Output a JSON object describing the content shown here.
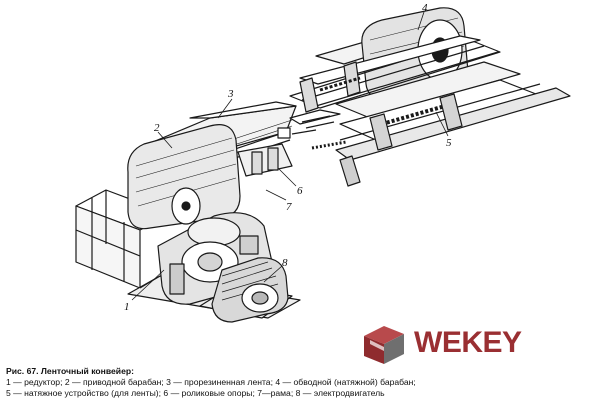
{
  "callouts": [
    "1",
    "2",
    "3",
    "4",
    "5",
    "6",
    "7",
    "8"
  ],
  "caption": {
    "title": "Рис. 67. Ленточный конвейер:",
    "line1": "1 — редуктор;   2 — приводной   барабан; 3 — прорезиненная   лента;   4 — обводной (натяжной) барабан;",
    "line2": "5 — натяжное устройство (для ленты); 6 — роликовые опоры; 7—рама; 8 — электродвигатель"
  },
  "watermark": {
    "text": "WEKEY",
    "color": "#9a2f32"
  }
}
